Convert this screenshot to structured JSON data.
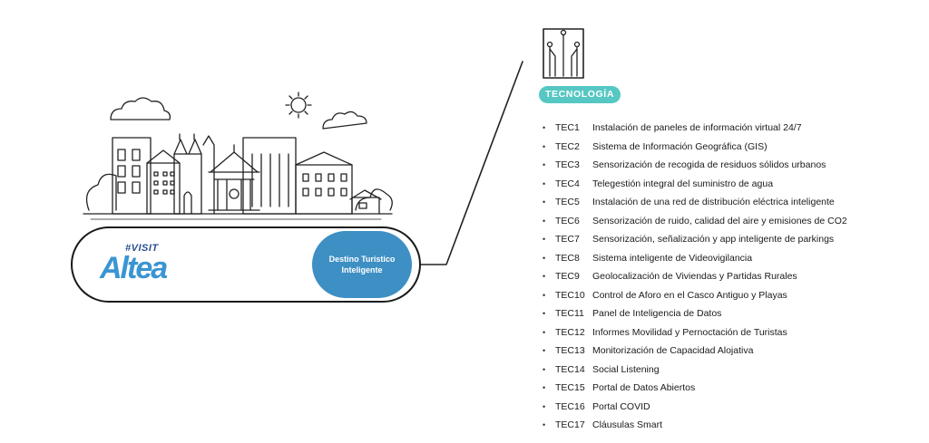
{
  "logo": {
    "hashtag": "#VISIT",
    "wordmark": "Altea"
  },
  "badge": {
    "text": "Destino Turístico Inteligente"
  },
  "section": {
    "title": "TECNOLOGÍA"
  },
  "items": [
    {
      "code": "TEC1",
      "label": "Instalación de paneles de información virtual 24/7"
    },
    {
      "code": "TEC2",
      "label": "Sistema de Información Geográfica (GIS)"
    },
    {
      "code": "TEC3",
      "label": "Sensorización de recogida de residuos sólidos urbanos"
    },
    {
      "code": "TEC4",
      "label": "Telegestión integral del suministro de agua"
    },
    {
      "code": "TEC5",
      "label": "Instalación de una red de distribución eléctrica inteligente"
    },
    {
      "code": "TEC6",
      "label": "Sensorización de ruido, calidad del aire y emisiones de CO2"
    },
    {
      "code": "TEC7",
      "label": "Sensorización, señalización y app inteligente de parkings"
    },
    {
      "code": "TEC8",
      "label": "Sistema inteligente de Videovigilancia"
    },
    {
      "code": "TEC9",
      "label": "Geolocalización de Viviendas y Partidas Rurales"
    },
    {
      "code": "TEC10",
      "label": "Control de Aforo en el Casco Antiguo y Playas"
    },
    {
      "code": "TEC11",
      "label": "Panel de Inteligencia de Datos"
    },
    {
      "code": "TEC12",
      "label": "Informes Movilidad y Pernoctación de Turistas"
    },
    {
      "code": "TEC13",
      "label": "Monitorización de Capacidad Alojativa"
    },
    {
      "code": "TEC14",
      "label": "Social Listening"
    },
    {
      "code": "TEC15",
      "label": "Portal de Datos Abiertos"
    },
    {
      "code": "TEC16",
      "label": "Portal COVID"
    },
    {
      "code": "TEC17",
      "label": "Cláusulas Smart"
    }
  ],
  "colors": {
    "accent": "#56c7c2",
    "badge": "#3e8fc4",
    "logo": "#3a95d2"
  }
}
